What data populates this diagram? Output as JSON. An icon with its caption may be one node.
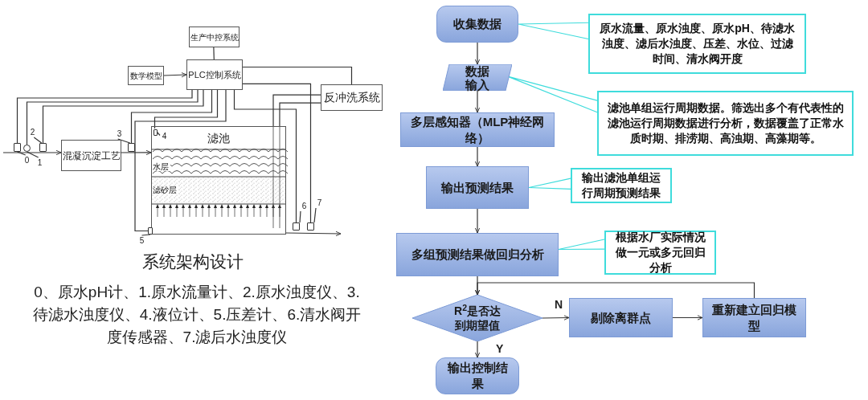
{
  "diagram": {
    "nodes": [
      {
        "text": [
          "生产中控系统"
        ]
      },
      {
        "text": [
          "PLC控制系统"
        ]
      },
      {
        "text": [
          "数学模型"
        ]
      },
      {
        "text": [
          "反冲洗系统"
        ]
      },
      {
        "text": [
          "混凝沉淀工艺"
        ]
      },
      {
        "text": [
          "滤池"
        ]
      },
      {
        "text": [],
        "shape": "box"
      },
      {
        "text": [],
        "shape": "circle"
      },
      {
        "text": [],
        "shape": "box"
      },
      {
        "text": [],
        "shape": "box"
      },
      {
        "text": [],
        "shape": "box",
        "in": 5
      },
      {
        "text": [],
        "shape": "box"
      },
      {
        "text": [],
        "shape": "box"
      },
      {
        "text": [],
        "shape": "box"
      },
      {
        "text": [
          "0"
        ]
      },
      {
        "text": [
          "1"
        ]
      },
      {
        "text": [
          "2"
        ]
      },
      {
        "text": [
          "3"
        ]
      },
      {
        "text": [
          "4"
        ],
        "in": 5
      },
      {
        "text": [
          "5"
        ]
      },
      {
        "text": [
          "6"
        ]
      },
      {
        "text": [
          "7"
        ]
      },
      {
        "text": [
          "收集数据"
        ]
      },
      {
        "text": [
          "数据输入"
        ]
      },
      {
        "text": [
          "多层感知器（MLP神经网络）"
        ]
      },
      {
        "text": [
          "输出预测结果"
        ]
      },
      {
        "text": [
          "多组预测结果做回归分析"
        ]
      },
      {
        "text": [
          "R$^{2}$是否达到期望值"
        ]
      },
      {
        "text": [
          "剔除离群点"
        ]
      },
      {
        "text": [
          "重新建立回归模型"
        ]
      },
      {
        "text": [
          "输出控制结果"
        ]
      },
      {
        "text": [
          "原水流量、原水浊度、原水pH、待滤水浊度、滤后水浊度、压差、水位、过滤时间、清水阀开度"
        ]
      },
      {
        "text": [
          "滤池单组运行周期数据。筛选出多个有代表性的滤池运行周期数据进行分析，数据覆盖了正常水质时期、排涝期、高浊期、高藻期等。"
        ]
      },
      {
        "text": [
          "输出滤池单组运行周期预测结果"
        ]
      },
      {
        "text": [
          "根据水厂实际情况做一元或多元回归分析"
        ]
      }
    ],
    "edges": [
      {
        "from": 0,
        "to": 1,
        "arrow": "none"
      },
      {
        "from": 2,
        "to": 1,
        "arrow": "to"
      },
      {
        "from": 1,
        "to": 3,
        "arrow": "none"
      },
      {
        "from": 1,
        "to": 6,
        "arrow": "none"
      },
      {
        "from": 1,
        "to": 7,
        "arrow": "none"
      },
      {
        "from": 1,
        "to": 8,
        "arrow": "none"
      },
      {
        "from": 1,
        "to": 9,
        "arrow": "none"
      },
      {
        "from": 1,
        "to": 10,
        "arrow": "none"
      },
      {
        "from": 1,
        "to": 11,
        "arrow": "none"
      },
      {
        "from": 1,
        "to": 12,
        "arrow": "none"
      },
      {
        "from": 1,
        "to": 13,
        "arrow": "none"
      },
      {
        "from": 3,
        "to": 5,
        "arrow": "none"
      },
      {
        "from": 3,
        "to": 5,
        "arrow": "none"
      },
      {
        "from": null,
        "to": 4,
        "arrow": "to"
      },
      {
        "from": 4,
        "to": 5,
        "arrow": "to"
      },
      {
        "from": 5,
        "to": null,
        "arrow": "to"
      },
      {
        "from": 14,
        "to": 6,
        "arrow": "none"
      },
      {
        "from": 15,
        "to": 7,
        "arrow": "none"
      },
      {
        "from": 16,
        "to": 8,
        "arrow": "none"
      },
      {
        "from": 17,
        "to": 9,
        "arrow": "none"
      },
      {
        "from": 18,
        "to": 10,
        "arrow": "none"
      },
      {
        "from": 19,
        "to": 11,
        "arrow": "none"
      },
      {
        "from": 20,
        "to": 12,
        "arrow": "none"
      },
      {
        "from": 21,
        "to": 13,
        "arrow": "none"
      },
      {
        "from": 22,
        "to": 23,
        "arrow": "to"
      },
      {
        "from": 23,
        "to": 24,
        "arrow": "to"
      },
      {
        "from": 24,
        "to": 25,
        "arrow": "to"
      },
      {
        "from": 25,
        "to": 26,
        "arrow": "to"
      },
      {
        "from": 26,
        "to": 27,
        "arrow": "to"
      },
      {
        "from": 27,
        "to": 28,
        "arrow": "to",
        "label": "N"
      },
      {
        "from": 28,
        "to": 29,
        "arrow": "to"
      },
      {
        "from": 29,
        "to": 27,
        "arrow": "to"
      },
      {
        "from": 27,
        "to": 30,
        "arrow": "to",
        "label": "Y"
      },
      {
        "from": 22,
        "to": 31,
        "arrow": "none",
        "color": "#3fdcdc"
      },
      {
        "from": 23,
        "to": 32,
        "arrow": "none",
        "color": "#3fdcdc"
      },
      {
        "from": 25,
        "to": 33,
        "arrow": "none",
        "color": "#3fdcdc"
      },
      {
        "from": 26,
        "to": 34,
        "arrow": "none",
        "color": "#3fdcdc"
      }
    ],
    "labels": [
      "水层",
      "滤砂层",
      "系统架构设计",
      "0、原水pH计、1.原水流量计、2.原水浊度仪、3.待滤水浊度仪、4.液位计、5.压差计、6.清水阀开度传感器、7.滤后水浊度仪"
    ]
  }
}
